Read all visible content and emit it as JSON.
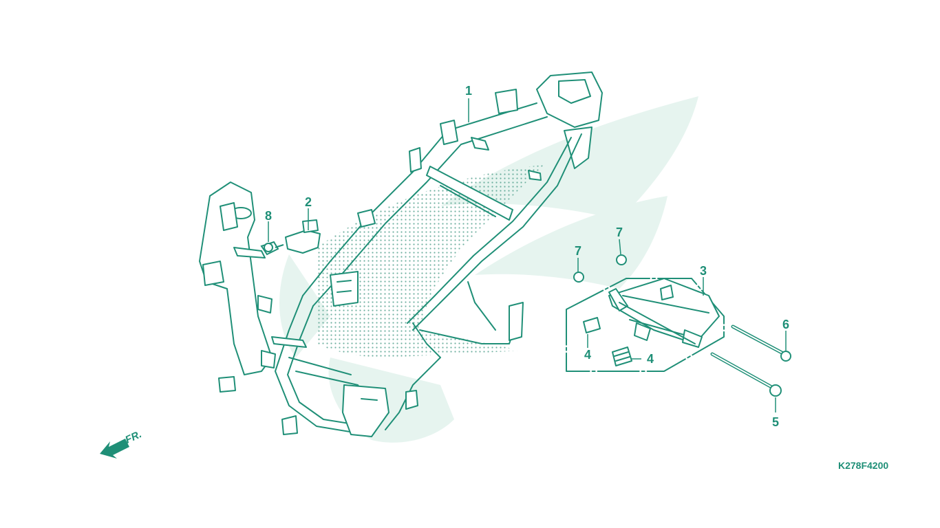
{
  "diagram": {
    "drawing_code": "K278F4200",
    "front_label": "FR.",
    "colors": {
      "line": "#1f8f77",
      "watermark": "#e6f4ef",
      "dots": "#4d9e8a",
      "background": "#ffffff"
    },
    "callouts": [
      {
        "id": "c1",
        "number": "1"
      },
      {
        "id": "c2",
        "number": "2"
      },
      {
        "id": "c8",
        "number": "8"
      },
      {
        "id": "c7a",
        "number": "7"
      },
      {
        "id": "c7b",
        "number": "7"
      },
      {
        "id": "c3",
        "number": "3"
      },
      {
        "id": "c6",
        "number": "6"
      },
      {
        "id": "c4a",
        "number": "4"
      },
      {
        "id": "c4b",
        "number": "4"
      },
      {
        "id": "c5",
        "number": "5"
      }
    ]
  }
}
